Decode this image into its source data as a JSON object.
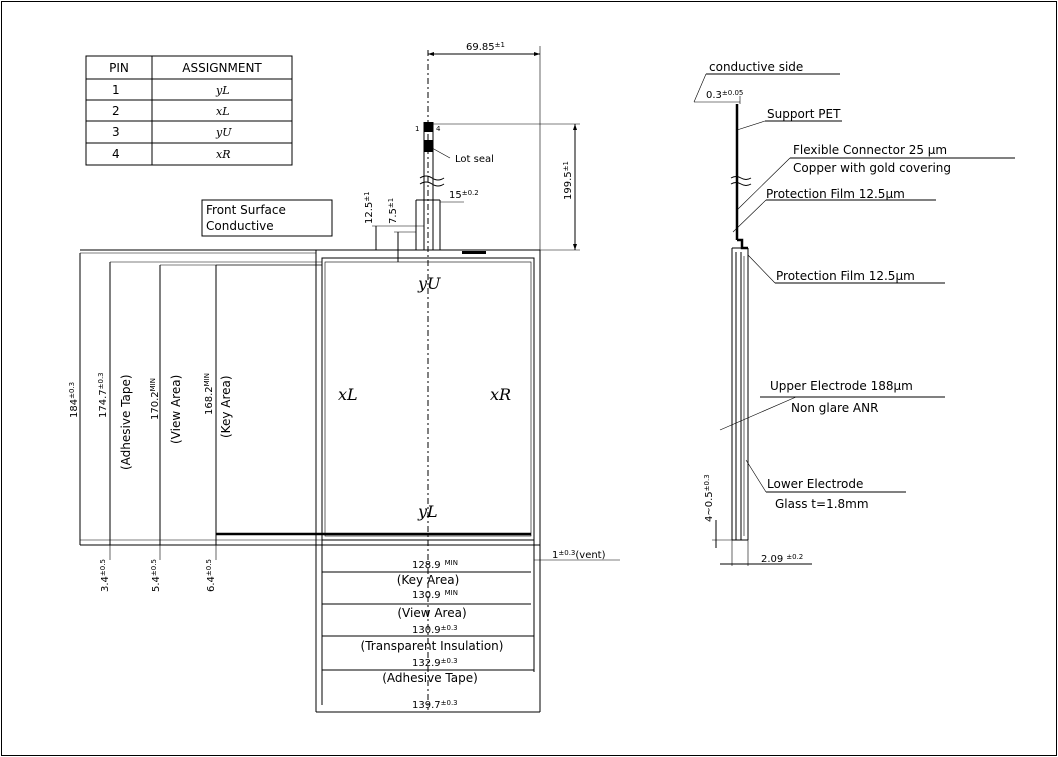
{
  "pin_table": {
    "headers": [
      "PIN",
      "ASSIGNMENT"
    ],
    "rows": [
      {
        "pin": "1",
        "assignment": "yL"
      },
      {
        "pin": "2",
        "assignment": "xL"
      },
      {
        "pin": "3",
        "assignment": "yU"
      },
      {
        "pin": "4",
        "assignment": "xR"
      }
    ]
  },
  "front_view": {
    "front_surface_label": [
      "Front Surface",
      "Conductive"
    ],
    "lot_seal": "Lot seal",
    "connector_pin_left": "1",
    "connector_pin_right": "4",
    "electrodes": {
      "top": "yU",
      "left": "xL",
      "right": "xR",
      "bottom": "yL"
    },
    "dim_top": {
      "value": "69.85",
      "tol": "±1"
    },
    "dim_tail_height": {
      "value": "199.5",
      "tol": "±1"
    },
    "dim_tail_width": {
      "value": "15",
      "tol": "±0.2"
    },
    "dim_12_5": {
      "value": "12.5",
      "tol": "±1"
    },
    "dim_7_5": {
      "value": "7.5",
      "tol": "±1"
    },
    "dim_184": {
      "value": "184",
      "tol": "±0.3"
    },
    "dim_174_7": {
      "value": "174.7",
      "tol": "±0.3",
      "label": "(Adhesive Tape)"
    },
    "dim_170_2": {
      "value": "170.2",
      "tol": "MIN",
      "label": "(View Area)"
    },
    "dim_168_2": {
      "value": "168.2",
      "tol": "MIN",
      "label": "(Key Area)"
    },
    "dim_3_4": {
      "value": "3.4",
      "tol": "±0.5"
    },
    "dim_5_4": {
      "value": "5.4",
      "tol": "±0.5"
    },
    "dim_6_4": {
      "value": "6.4",
      "tol": "±0.5"
    },
    "dim_vent": {
      "value": "1",
      "tol": "±0.3",
      "label": "(vent)"
    },
    "dim_128_9": {
      "value": "128.9",
      "tol": "MIN",
      "label": "(Key Area)"
    },
    "dim_130_9a": {
      "value": "130.9",
      "tol": "MIN",
      "label": "(View Area)"
    },
    "dim_130_9b": {
      "value": "130.9",
      "tol": "±0.3",
      "label": "(Transparent Insulation)"
    },
    "dim_132_9": {
      "value": "132.9",
      "tol": "±0.3",
      "label": "(Adhesive Tape)"
    },
    "dim_139_7": {
      "value": "139.7",
      "tol": "±0.3"
    }
  },
  "side_view": {
    "conductive_side": "conductive side",
    "dim_0_3": {
      "value": "0.3",
      "tol": "±0.05"
    },
    "support_pet": "Support PET",
    "flex_connector": [
      "Flexible Connector 25 µm",
      "Copper with gold covering"
    ],
    "protection_film_1": "Protection Film 12.5µm",
    "protection_film_2": "Protection Film 12.5µm",
    "upper_electrode": [
      "Upper Electrode 188µm",
      "Non glare  ANR"
    ],
    "dim_4": {
      "value": "4~0.5",
      "tol": "±0.3"
    },
    "lower_electrode": [
      "Lower Electrode",
      "Glass  t=1.8mm"
    ],
    "dim_2_09": {
      "value": "2.09",
      "tol": "±0.2"
    }
  }
}
